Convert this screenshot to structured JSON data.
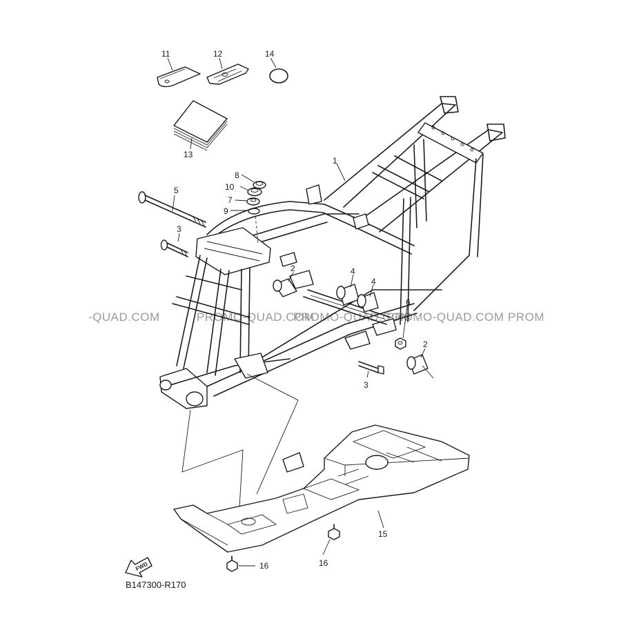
{
  "diagram": {
    "code": "B147300-R170",
    "fwd_label": "FWD",
    "watermark": [
      "-QUAD.COM",
      "PROMO-QUAD.COM",
      "PROMO-QUAD.COM",
      "PROMO-QUAD.COM",
      "PROM"
    ],
    "callouts": {
      "c1": "1",
      "c2a": "2",
      "c2b": "2",
      "c3a": "3",
      "c3b": "3",
      "c4a": "4",
      "c4b": "4",
      "c5": "5",
      "c6": "6",
      "c7": "7",
      "c8": "8",
      "c9": "9",
      "c10": "10",
      "c11": "11",
      "c12": "12",
      "c13": "13",
      "c14": "14",
      "c15": "15",
      "c16a": "16",
      "c16b": "16"
    }
  }
}
